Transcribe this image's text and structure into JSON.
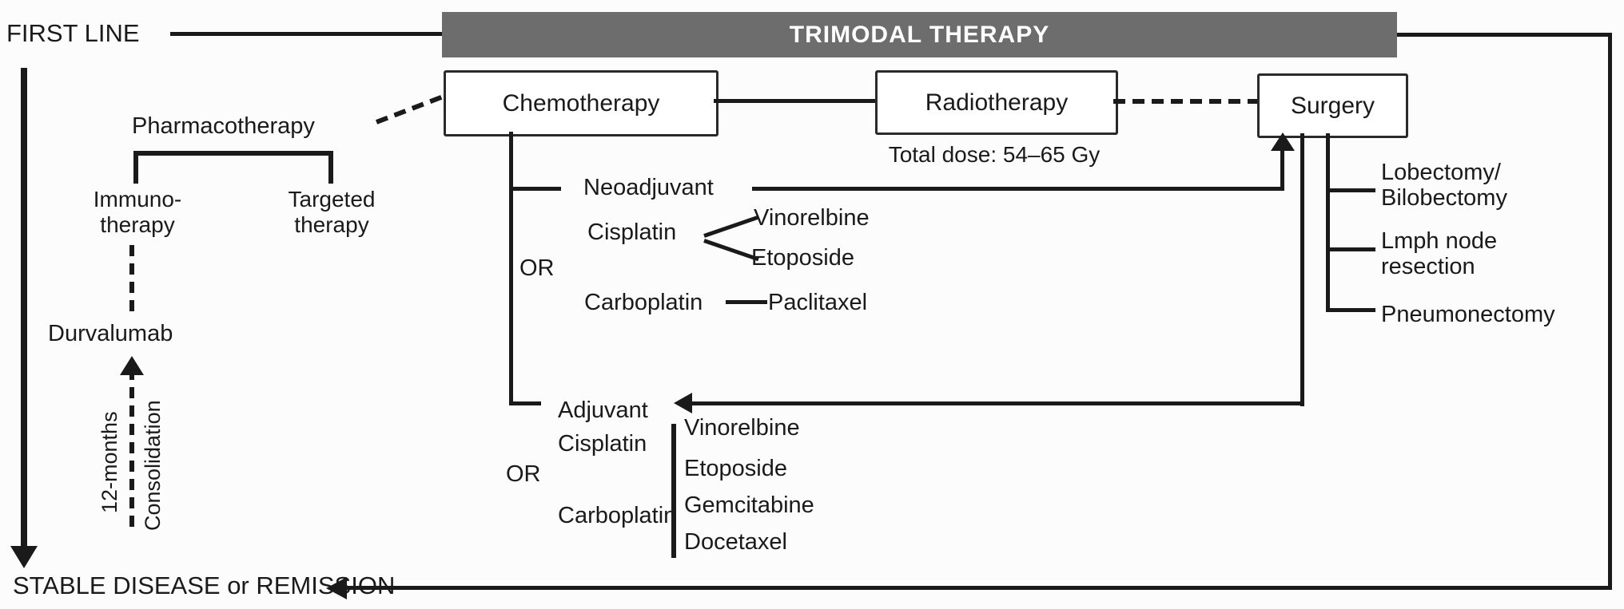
{
  "diagram": {
    "first_line_label": "FIRST LINE",
    "header_title": "TRIMODAL THERAPY",
    "boxes": {
      "chemotherapy": "Chemotherapy",
      "radiotherapy": "Radiotherapy",
      "surgery": "Surgery"
    },
    "radiotherapy_dose": "Total dose: 54–65 Gy",
    "pharmacotherapy": {
      "label": "Pharmacotherapy",
      "immunotherapy_line1": "Immuno-",
      "immunotherapy_line2": "therapy",
      "targeted_line1": "Targeted",
      "targeted_line2": "therapy",
      "durvalumab": "Durvalumab",
      "consolidation_text_left": "12-months",
      "consolidation_text_right": "Consolidation"
    },
    "neoadjuvant": {
      "label": "Neoadjuvant",
      "or_label": "OR",
      "cisplatin": "Cisplatin",
      "vinorelbine": "Vinorelbine",
      "etoposide": "Etoposide",
      "carboplatin": "Carboplatin",
      "paclitaxel": "Paclitaxel"
    },
    "adjuvant": {
      "label": "Adjuvant",
      "or_label": "OR",
      "cisplatin": "Cisplatin",
      "carboplatin": "Carboplatin",
      "drugs": [
        "Vinorelbine",
        "Etoposide",
        "Gemcitabine",
        "Docetaxel"
      ]
    },
    "surgery_options": [
      {
        "line1": "Lobectomy/",
        "line2": "Bilobectomy"
      },
      {
        "line1": "Lmph node",
        "line2": "resection"
      },
      {
        "line1": "Pneumonectomy",
        "line2": ""
      }
    ],
    "outcome_label": "STABLE DISEASE or REMISSION",
    "colors": {
      "line": "#1a1a1a",
      "header_bg": "#6d6d6d",
      "header_text": "#ffffff",
      "box_bg": "#ffffff"
    }
  }
}
